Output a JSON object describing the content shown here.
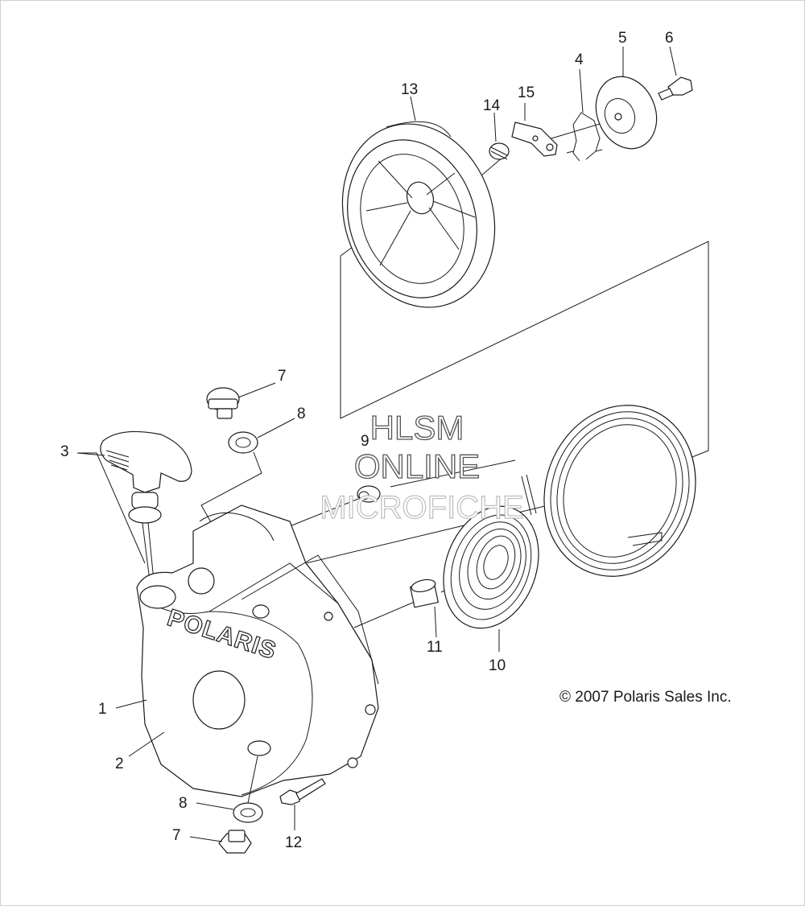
{
  "labels": {
    "p1": "1",
    "p2": "2",
    "p3": "3",
    "p4": "4",
    "p5": "5",
    "p6": "6",
    "p7a": "7",
    "p7b": "7",
    "p8a": "8",
    "p8b": "8",
    "p9": "9",
    "p10": "10",
    "p11": "11",
    "p12": "12",
    "p13": "13",
    "p14": "14",
    "p15": "15"
  },
  "logo_text": "POLARIS",
  "watermark": {
    "line1": "HLSM",
    "line2": "ONLINE",
    "line3": "MICROFICHE"
  },
  "copyright": "© 2007 Polaris Sales Inc."
}
